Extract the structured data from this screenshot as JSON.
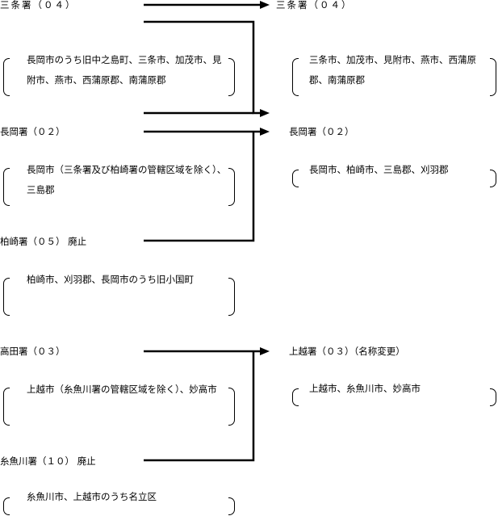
{
  "left": {
    "sanjo": {
      "name": "三条署（０４）",
      "area": "長岡市のうち旧中之島町、三条市、加茂市、見附市、燕市、西蒲原郡、南蒲原郡"
    },
    "nagaoka": {
      "name": "長岡署（０２）",
      "area": "長岡市（三条署及び柏崎署の管轄区域を除く）、三島郡"
    },
    "kashiwazaki": {
      "name": "柏崎署（０５）",
      "status": "廃止",
      "area": "柏崎市、刈羽郡、長岡市のうち旧小国町"
    },
    "takada": {
      "name": "高田署（０３）",
      "area": "上越市（糸魚川署の管轄区域を除く）、妙高市"
    },
    "itoigawa": {
      "name": "糸魚川署（１０）",
      "status": "廃止",
      "area": "糸魚川市、上越市のうち名立区"
    }
  },
  "right": {
    "sanjo": {
      "name": "三条署（０４）",
      "area": "三条市、加茂市、見附市、燕市、西蒲原郡、南蒲原郡"
    },
    "nagaoka": {
      "name": "長岡署（０２）",
      "area": "長岡市、柏崎市、三島郡、刈羽郡"
    },
    "joetsu": {
      "name": "上越署（０３）",
      "note": "（名称変更）",
      "area": "上越市、糸魚川市、妙高市"
    }
  }
}
